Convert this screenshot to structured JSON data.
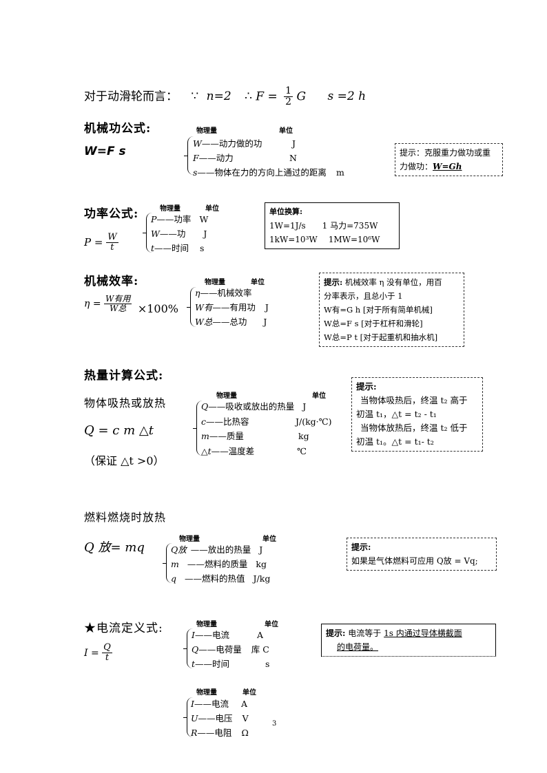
{
  "pulley": {
    "lead": "对于动滑轮而言：",
    "because": "∵",
    "n_eq": "n=2",
    "therefore": "∴",
    "F_eq": "F =",
    "frac_num": "1",
    "frac_den": "2",
    "G": "G",
    "s_eq": "s =2 h"
  },
  "work": {
    "title": "机械功公式:",
    "formula": "W=F s",
    "hdr_qty": "物理量",
    "hdr_unit": "单位",
    "rows": [
      {
        "sym": "W",
        "desc": "——动力做的功",
        "unit": "J"
      },
      {
        "sym": "F",
        "desc": "——动力",
        "unit": "N"
      },
      {
        "sym": "s",
        "desc": "——物体在力的方向上通过的距离",
        "unit": "m"
      }
    ],
    "tip_line1": "提示：克服重力做功或重",
    "tip_line2": "力做功：",
    "tip_formula": "W=Gh"
  },
  "power": {
    "title": "功率公式:",
    "P": "P =",
    "frac_num": "W",
    "frac_den": "t",
    "hdr_qty": "物理量",
    "hdr_unit": "单位",
    "rows": [
      {
        "sym": "P",
        "desc": "——功率",
        "unit": "W"
      },
      {
        "sym": "W",
        "desc": "——功",
        "unit": "J"
      },
      {
        "sym": "t",
        "desc": "——时间",
        "unit": "s"
      }
    ],
    "conv_title": "单位换算:",
    "conv_line1a": "1W=1J/s",
    "conv_line1b": "1 马力=735W",
    "conv_line2a": "1kW=10³W",
    "conv_line2b": "1MW=10⁶W"
  },
  "efficiency": {
    "title": "机械效率:",
    "eta": "η =",
    "frac_num": "W有用",
    "frac_den": "W总",
    "times": "×100%",
    "hdr_qty": "物理量",
    "hdr_unit": "单位",
    "rows": [
      {
        "sym": "η",
        "desc": "——机械效率",
        "unit": ""
      },
      {
        "sym": "W有",
        "desc": "——有用功",
        "unit": "J"
      },
      {
        "sym": "W总",
        "desc": "——总功",
        "unit": "J"
      }
    ],
    "tip_head": "提示:",
    "tip_l1": "机械效率 η 没有单位，用百",
    "tip_l2": "分率表示，且总小于 1",
    "tip_l3": "W有=G h [对于所有简单机械]",
    "tip_l4": "W总=F s [对于杠杆和滑轮]",
    "tip_l5": "W总=P t [对于起重机和抽水机]"
  },
  "heat": {
    "title": "热量计算公式:",
    "sub": "物体吸热或放热",
    "formula": "Q = c m △t",
    "cond": "（保证 △t >0）",
    "hdr_qty": "物理量",
    "hdr_unit": "单位",
    "rows": [
      {
        "sym": "Q",
        "desc": "——吸收或放出的热量",
        "unit": "J"
      },
      {
        "sym": "c",
        "desc": "——比热容",
        "unit": "J/(kg·℃)"
      },
      {
        "sym": "m",
        "desc": "——质量",
        "unit": "kg"
      },
      {
        "sym": "△t",
        "desc": "——温度差",
        "unit": "℃"
      }
    ],
    "tip_head": "提示:",
    "tip_l1": "当物体吸热后，终温 t₂ 高于",
    "tip_l2": "初温 t₁，△t = t₂ - t₁",
    "tip_l3": "当物体放热后，终温 t₂ 低于",
    "tip_l4": "初温 t₁。△t = t₁- t₂"
  },
  "fuel": {
    "title": "燃料燃烧时放热",
    "formula": "Q 放= mq",
    "hdr_qty": "物理量",
    "hdr_unit": "单位",
    "rows": [
      {
        "sym": "Q放",
        "desc": "——放出的热量",
        "unit": "J"
      },
      {
        "sym": "m",
        "desc": "——燃料的质量",
        "unit": "kg"
      },
      {
        "sym": "q",
        "desc": "——燃料的热值",
        "unit": "J/kg"
      }
    ],
    "tip_head": "提示:",
    "tip_l1": "如果是气体燃料可应用 Q放 = Vq;"
  },
  "current": {
    "title": "★电流定义式:",
    "I": "I =",
    "frac_num": "Q",
    "frac_den": "t",
    "hdr_qty": "物理量",
    "hdr_unit": "单位",
    "rows": [
      {
        "sym": "I",
        "desc": "——电流",
        "unit": "A"
      },
      {
        "sym": "Q",
        "desc": "——电荷量",
        "unit": "库 C"
      },
      {
        "sym": "t",
        "desc": "——时间",
        "unit": "s"
      }
    ],
    "tip_a": "提示:",
    "tip_b": "电流等于",
    "tip_c": "1s 内通过导体横截面",
    "tip_d": "的电荷量。"
  },
  "ohm": {
    "hdr_qty": "物理量",
    "hdr_unit": "单位",
    "rows": [
      {
        "sym": "I",
        "desc": "——电流",
        "unit": "A"
      },
      {
        "sym": "U",
        "desc": "——电压",
        "unit": "V"
      },
      {
        "sym": "R",
        "desc": "——电阻",
        "unit": "Ω"
      }
    ],
    "page_no": "3"
  }
}
